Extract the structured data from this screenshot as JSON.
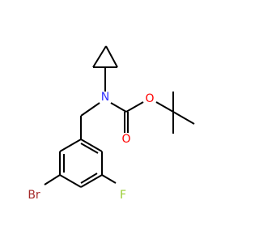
{
  "molecule": {
    "atoms": {
      "nitrogen": "N",
      "carbonyl_oxygen": "O",
      "ester_oxygen": "O",
      "bromine": "Br",
      "fluorine": "F"
    },
    "colors": {
      "bond": "#000000",
      "nitrogen": "#3333ff",
      "oxygen": "#ff0000",
      "bromine": "#a52a2a",
      "fluorine": "#9acd32"
    }
  }
}
